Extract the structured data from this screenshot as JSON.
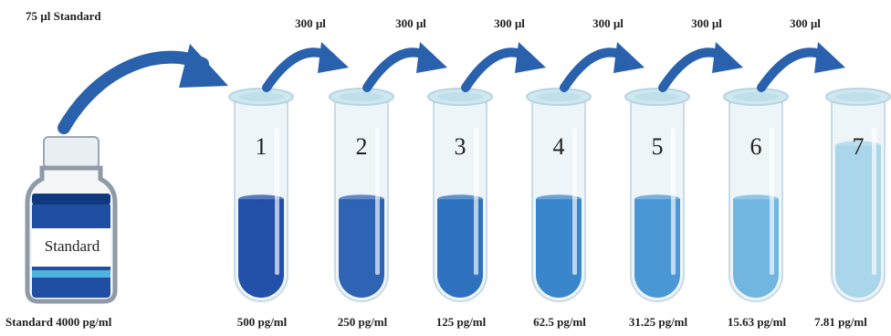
{
  "stock": {
    "added_label": "75 µl Standard",
    "bottle_label": "Standard",
    "caption": "Standard 4000 pg/ml",
    "liquid_color": "#1f4ea3"
  },
  "transfer_volumes": [
    "300 µl",
    "300 µl",
    "300 µl",
    "300 µl",
    "300 µl",
    "300 µl"
  ],
  "tubes": [
    {
      "number": "1",
      "concentration": "500 pg/ml",
      "color": "#2350a8",
      "fill_level": 0.55
    },
    {
      "number": "2",
      "concentration": "250 pg/ml",
      "color": "#2f63b3",
      "fill_level": 0.55
    },
    {
      "number": "3",
      "concentration": "125 pg/ml",
      "color": "#2e72bf",
      "fill_level": 0.55
    },
    {
      "number": "4",
      "concentration": "62.5 pg/ml",
      "color": "#3a86cc",
      "fill_level": 0.55
    },
    {
      "number": "5",
      "concentration": "31.25 pg/ml",
      "color": "#4a97d6",
      "fill_level": 0.55
    },
    {
      "number": "6",
      "concentration": "15.63 pg/ml",
      "color": "#71b6e0",
      "fill_level": 0.55
    },
    {
      "number": "7",
      "concentration": "7.81 pg/ml",
      "color": "#a9d6ea",
      "fill_level": 0.85
    }
  ],
  "arrow_color": "#2a61ad"
}
